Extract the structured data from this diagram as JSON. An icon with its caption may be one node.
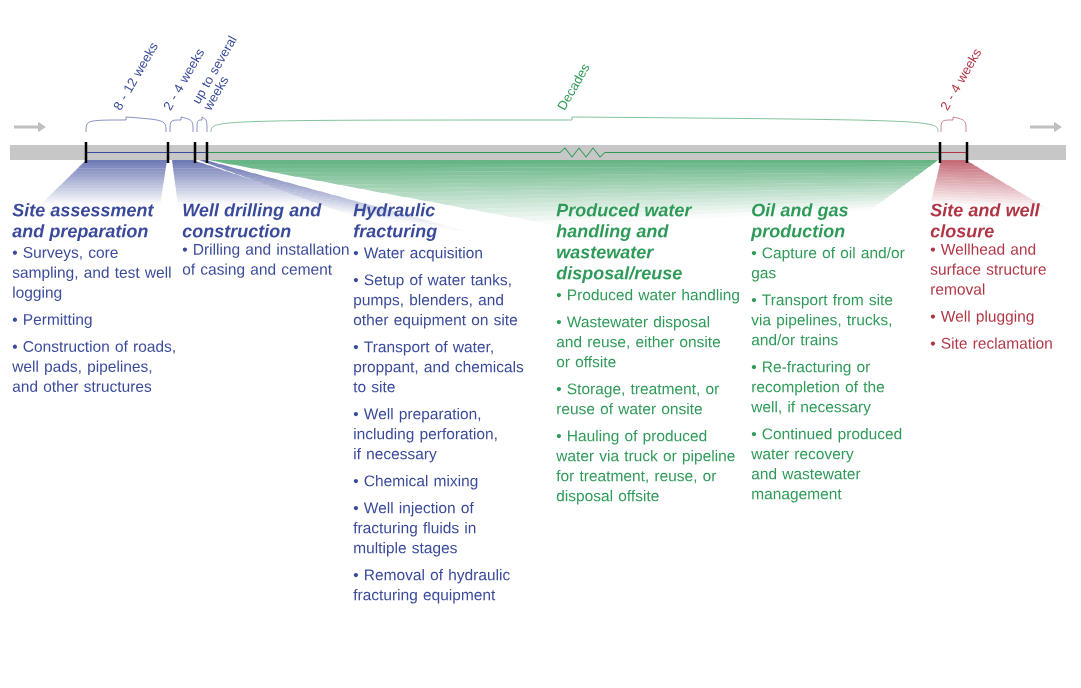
{
  "diagram": {
    "nodes": [
      {
        "text": [
          "Site assessment and preparation",
          "• Surveys, core sampling, and test well logging",
          "• Permitting",
          "• Construction of roads, well pads, pipelines, and other structures"
        ]
      },
      {
        "text": [
          "Well drilling and construction",
          "• Drilling and installation of casing and cement"
        ]
      },
      {
        "text": [
          "Hydraulic fracturing",
          "• Water acquisition",
          "• Setup of water tanks, pumps, blenders, and other equipment on site",
          "• Transport of water, proppant, and chemicals to site",
          "• Well preparation, including perforation, if necessary",
          "• Chemical mixing",
          "• Well injection of fracturing fluids in multiple stages",
          "• Removal of hydraulic fracturing equipment"
        ]
      },
      {
        "text": [
          "Produced water handling and wastewater disposal/reuse",
          "• Produced water handling",
          "• Wastewater disposal and reuse, either onsite or offsite",
          "• Storage, treatment, or reuse of water onsite",
          "• Hauling of produced water via truck or pipeline for treatment, reuse, or disposal offsite"
        ]
      },
      {
        "text": [
          "Oil and gas production",
          "• Capture of oil and/or gas",
          "• Transport from site via pipelines, trucks, and/or trains",
          "• Re-fracturing or recompletion of the well, if necessary",
          "• Continued produced water recovery and wastewater management"
        ]
      },
      {
        "text": [
          "Site and well closure",
          "• Wellhead and surface structure removal",
          "• Well plugging",
          "• Site reclamation"
        ]
      }
    ],
    "labels": [
      "8 - 12 weeks",
      "2 - 4 weeks",
      "up to several weeks",
      "Decades",
      "2 - 4 weeks"
    ]
  }
}
